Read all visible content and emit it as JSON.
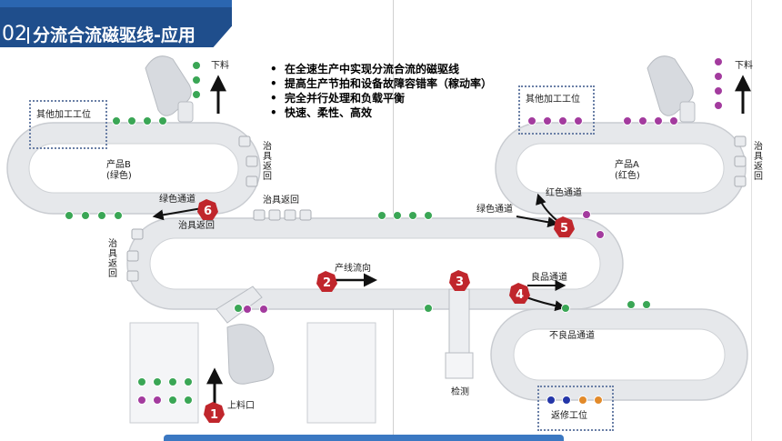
{
  "header": {
    "number": "02",
    "title": "分流合流磁驱线-应用"
  },
  "bullets": [
    "在全速生产中实现分流合流的磁驱线",
    "提高生产节拍和设备故障容错率（稼动率）",
    "完全并行处理和负载平衡",
    "快速、柔性、高效"
  ],
  "labels": {
    "unload_left": "下料",
    "unload_right": "下料",
    "other_station_left": "其他加工工位",
    "other_station_right": "其他加工工位",
    "product_b": "产品B",
    "product_b_color": "(绿色)",
    "product_a": "产品A",
    "product_a_color": "(红色)",
    "fixture_return_v1": "治具返回",
    "fixture_return_v2": "治具返回",
    "fixture_return_v3": "治具返回",
    "fixture_return_h1": "治具返回",
    "fixture_return_h2": "治具返回",
    "green_channel_left": "绿色通道",
    "green_channel_right": "绿色通道",
    "red_channel": "红色通道",
    "line_flow": "产线流向",
    "good_channel": "良品通道",
    "defect_channel": "不良品通道",
    "inspection": "检测",
    "loading": "上料口",
    "repair_station": "返修工位"
  },
  "markers": [
    "1",
    "2",
    "3",
    "4",
    "5",
    "6"
  ],
  "colors": {
    "header": "#1f4e8c",
    "marker": "#c0262c",
    "green_part": "#3aa655",
    "red_part": "#a33b9e",
    "track": "#e3e5e8"
  }
}
